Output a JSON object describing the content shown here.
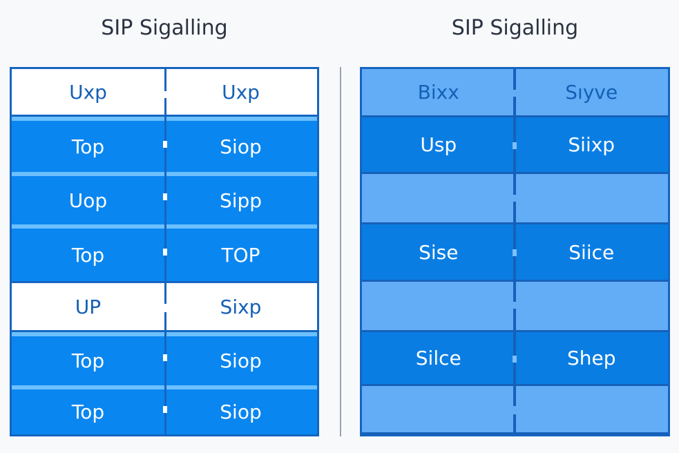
{
  "left_panel": {
    "title": "SIP Sigalling",
    "rows": [
      {
        "style": "white",
        "cells": [
          "Uxp",
          "Uxp"
        ]
      },
      {
        "style": "blue",
        "cells": [
          "Top",
          "Siop"
        ]
      },
      {
        "style": "blue",
        "cells": [
          "Uop",
          "Sipp"
        ]
      },
      {
        "style": "blue",
        "cells": [
          "Top",
          "TOP"
        ]
      },
      {
        "style": "white",
        "cells": [
          "UP",
          "Sixp"
        ]
      },
      {
        "style": "blue",
        "cells": [
          "Top",
          "Siop"
        ]
      },
      {
        "style": "blue",
        "cells": [
          "Top",
          "Siop"
        ]
      }
    ]
  },
  "right_panel": {
    "title": "SIP Sigalling",
    "rows": [
      {
        "style": "light",
        "cells": [
          "Bixx",
          "Sıyve"
        ]
      },
      {
        "style": "dark",
        "cells": [
          "Usp",
          "Siixp"
        ]
      },
      {
        "style": "light",
        "cells": [
          "",
          ""
        ]
      },
      {
        "style": "dark",
        "cells": [
          "Sise",
          "Siice"
        ]
      },
      {
        "style": "light",
        "cells": [
          "",
          ""
        ]
      },
      {
        "style": "dark",
        "cells": [
          "Silce",
          "Shep"
        ]
      },
      {
        "style": "light",
        "cells": [
          "",
          ""
        ]
      }
    ]
  },
  "colors": {
    "border": "#1565c0",
    "left_blue_row": "#0a86f0",
    "left_row_highlight": "#6cc0ff",
    "right_light_row": "#63adf7",
    "right_dark_row": "#0a7de3",
    "header_text": "#1560b5",
    "title_text": "#2b3240"
  }
}
